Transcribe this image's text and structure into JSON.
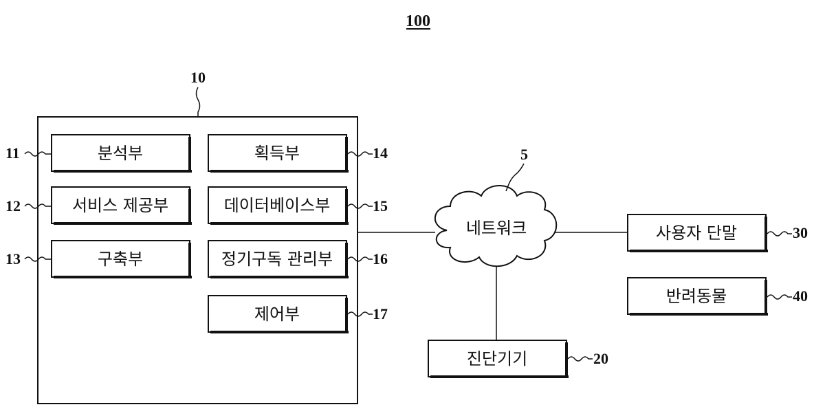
{
  "figure": {
    "number": "100"
  },
  "server": {
    "ref": "10",
    "modules": [
      {
        "ref": "11",
        "label": "분석부"
      },
      {
        "ref": "12",
        "label": "서비스 제공부"
      },
      {
        "ref": "13",
        "label": "구축부"
      },
      {
        "ref": "14",
        "label": "획득부"
      },
      {
        "ref": "15",
        "label": "데이터베이스부"
      },
      {
        "ref": "16",
        "label": "정기구독 관리부"
      },
      {
        "ref": "17",
        "label": "제어부"
      }
    ]
  },
  "network": {
    "ref": "5",
    "label": "네트워크"
  },
  "diagnostic_device": {
    "ref": "20",
    "label": "진단기기"
  },
  "user_terminal": {
    "ref": "30",
    "label": "사용자 단말"
  },
  "companion_animal": {
    "ref": "40",
    "label": "반려동물"
  }
}
